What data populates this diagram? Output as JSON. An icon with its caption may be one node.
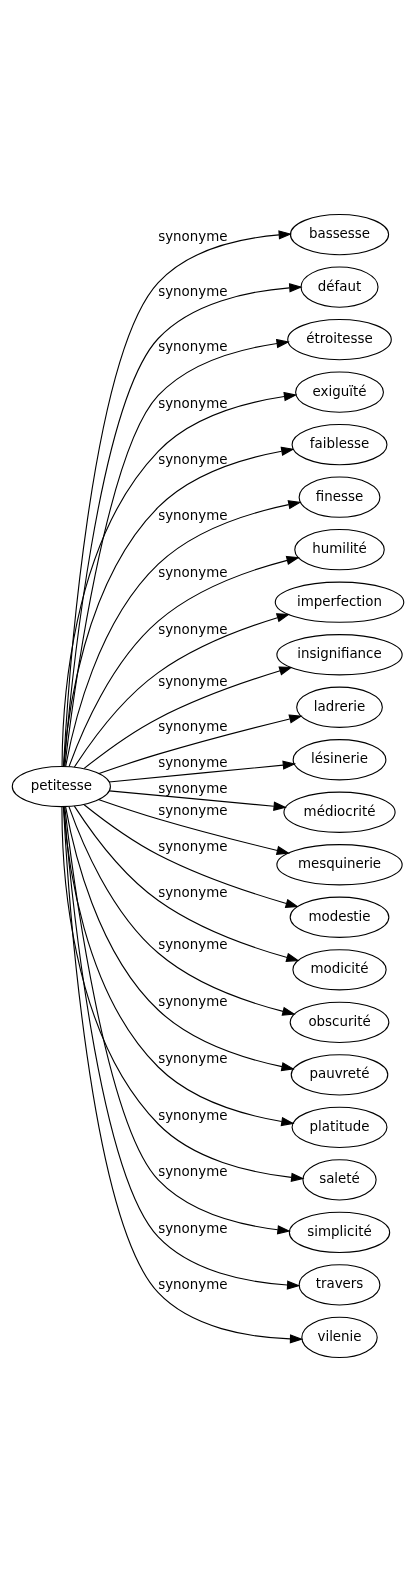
{
  "diagram": {
    "nodes": [
      {
        "text": [
          "petitesse"
        ]
      },
      {
        "text": [
          "bassesse"
        ]
      },
      {
        "text": [
          "défaut"
        ]
      },
      {
        "text": [
          "étroitesse"
        ]
      },
      {
        "text": [
          "exiguïté"
        ]
      },
      {
        "text": [
          "faiblesse"
        ]
      },
      {
        "text": [
          "finesse"
        ]
      },
      {
        "text": [
          "humilité"
        ]
      },
      {
        "text": [
          "imperfection"
        ]
      },
      {
        "text": [
          "insignifiance"
        ]
      },
      {
        "text": [
          "ladrerie"
        ]
      },
      {
        "text": [
          "lésinerie"
        ]
      },
      {
        "text": [
          "médiocrité"
        ]
      },
      {
        "text": [
          "mesquinerie"
        ]
      },
      {
        "text": [
          "modestie"
        ]
      },
      {
        "text": [
          "modicité"
        ]
      },
      {
        "text": [
          "obscurité"
        ]
      },
      {
        "text": [
          "pauvreté"
        ]
      },
      {
        "text": [
          "platitude"
        ]
      },
      {
        "text": [
          "saleté"
        ]
      },
      {
        "text": [
          "simplicité"
        ]
      },
      {
        "text": [
          "travers"
        ]
      },
      {
        "text": [
          "vilenie"
        ]
      }
    ],
    "edges": [
      {
        "from": 0,
        "to": 1,
        "arrow": "to",
        "label": "synonyme"
      },
      {
        "from": 0,
        "to": 2,
        "arrow": "to",
        "label": "synonyme"
      },
      {
        "from": 0,
        "to": 3,
        "arrow": "to",
        "label": "synonyme"
      },
      {
        "from": 0,
        "to": 4,
        "arrow": "to",
        "label": "synonyme"
      },
      {
        "from": 0,
        "to": 5,
        "arrow": "to",
        "label": "synonyme"
      },
      {
        "from": 0,
        "to": 6,
        "arrow": "to",
        "label": "synonyme"
      },
      {
        "from": 0,
        "to": 7,
        "arrow": "to",
        "label": "synonyme"
      },
      {
        "from": 0,
        "to": 8,
        "arrow": "to",
        "label": "synonyme"
      },
      {
        "from": 0,
        "to": 9,
        "arrow": "to",
        "label": "synonyme"
      },
      {
        "from": 0,
        "to": 10,
        "arrow": "to",
        "label": "synonyme"
      },
      {
        "from": 0,
        "to": 11,
        "arrow": "to",
        "label": "synonyme"
      },
      {
        "from": 0,
        "to": 12,
        "arrow": "to",
        "label": "synonyme"
      },
      {
        "from": 0,
        "to": 13,
        "arrow": "to",
        "label": "synonyme"
      },
      {
        "from": 0,
        "to": 14,
        "arrow": "to",
        "label": "synonyme"
      },
      {
        "from": 0,
        "to": 15,
        "arrow": "to",
        "label": "synonyme"
      },
      {
        "from": 0,
        "to": 16,
        "arrow": "to",
        "label": "synonyme"
      },
      {
        "from": 0,
        "to": 17,
        "arrow": "to",
        "label": "synonyme"
      },
      {
        "from": 0,
        "to": 18,
        "arrow": "to",
        "label": "synonyme"
      },
      {
        "from": 0,
        "to": 19,
        "arrow": "to",
        "label": "synonyme"
      },
      {
        "from": 0,
        "to": 20,
        "arrow": "to",
        "label": "synonyme"
      },
      {
        "from": 0,
        "to": 21,
        "arrow": "to",
        "label": "synonyme"
      },
      {
        "from": 0,
        "to": 22,
        "arrow": "to",
        "label": "synonyme"
      }
    ]
  }
}
